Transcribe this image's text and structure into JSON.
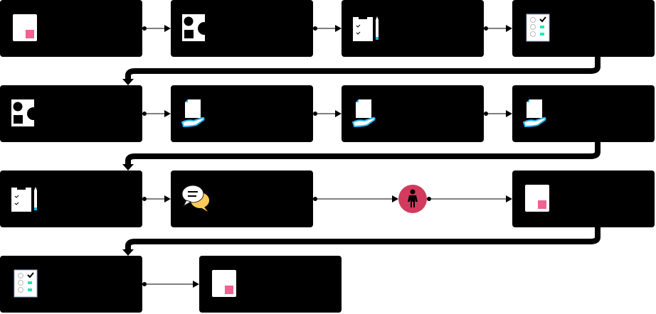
{
  "colors": {
    "node_fill": "#000000",
    "edge": "#000000",
    "note_accent": "#f06292",
    "check_accent": "#1de9b6",
    "doc_accent": "#29b6f6",
    "chat_white": "#ffffff",
    "chat_yellow": "#ffca5a",
    "person_circle": "#d23b5e"
  },
  "nodes": [
    {
      "id": "n1",
      "icon": "note-card-icon",
      "label": ""
    },
    {
      "id": "n2",
      "icon": "shapes-icon",
      "label": ""
    },
    {
      "id": "n3",
      "icon": "clipboard-pencil-icon",
      "label": ""
    },
    {
      "id": "n4",
      "icon": "checklist-icon",
      "label": ""
    },
    {
      "id": "n5",
      "icon": "shapes-icon",
      "label": ""
    },
    {
      "id": "n6",
      "icon": "document-hand-icon",
      "label": ""
    },
    {
      "id": "n7",
      "icon": "document-hand-icon",
      "label": ""
    },
    {
      "id": "n8",
      "icon": "document-hand-icon",
      "label": ""
    },
    {
      "id": "n9",
      "icon": "clipboard-pencil-icon",
      "label": ""
    },
    {
      "id": "n10",
      "icon": "chat-bubbles-icon",
      "label": ""
    },
    {
      "id": "n11",
      "icon": "person-icon",
      "label": ""
    },
    {
      "id": "n12",
      "icon": "note-card-icon",
      "label": ""
    },
    {
      "id": "n13",
      "icon": "checklist-icon",
      "label": ""
    },
    {
      "id": "n14",
      "icon": "note-card-icon",
      "label": ""
    }
  ],
  "edges": [
    [
      "n1",
      "n2"
    ],
    [
      "n2",
      "n3"
    ],
    [
      "n3",
      "n4"
    ],
    [
      "n4",
      "n5"
    ],
    [
      "n5",
      "n6"
    ],
    [
      "n6",
      "n7"
    ],
    [
      "n7",
      "n8"
    ],
    [
      "n8",
      "n9"
    ],
    [
      "n9",
      "n10"
    ],
    [
      "n10",
      "n11"
    ],
    [
      "n11",
      "n12"
    ],
    [
      "n12",
      "n13"
    ],
    [
      "n13",
      "n14"
    ]
  ]
}
